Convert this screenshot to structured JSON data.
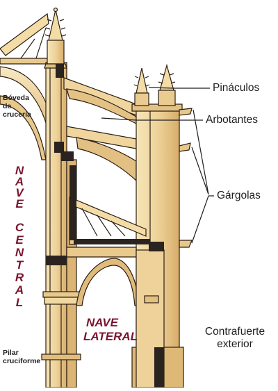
{
  "labels": {
    "boveda": [
      "Bóveda",
      "de",
      "crucería"
    ],
    "pinaculos": "Pináculos",
    "arbotantes": "Arbotantes",
    "gargolas": "Gárgolas",
    "contrafuerte": [
      "Contrafuerte",
      "exterior"
    ],
    "pilar": [
      "Pilar",
      "cruciforme"
    ],
    "nave_central": [
      "N",
      "A",
      "V",
      "E",
      "C",
      "E",
      "N",
      "T",
      "R",
      "A",
      "L"
    ],
    "nave_lateral": [
      "NAVE",
      "LATERAL"
    ]
  },
  "colors": {
    "stone_light": "#f3dfae",
    "stone_mid": "#e6c486",
    "stone_dark": "#c79a58",
    "outline": "#2b1f14",
    "iron": "#2a2320",
    "nave_text": "#7a1430"
  }
}
